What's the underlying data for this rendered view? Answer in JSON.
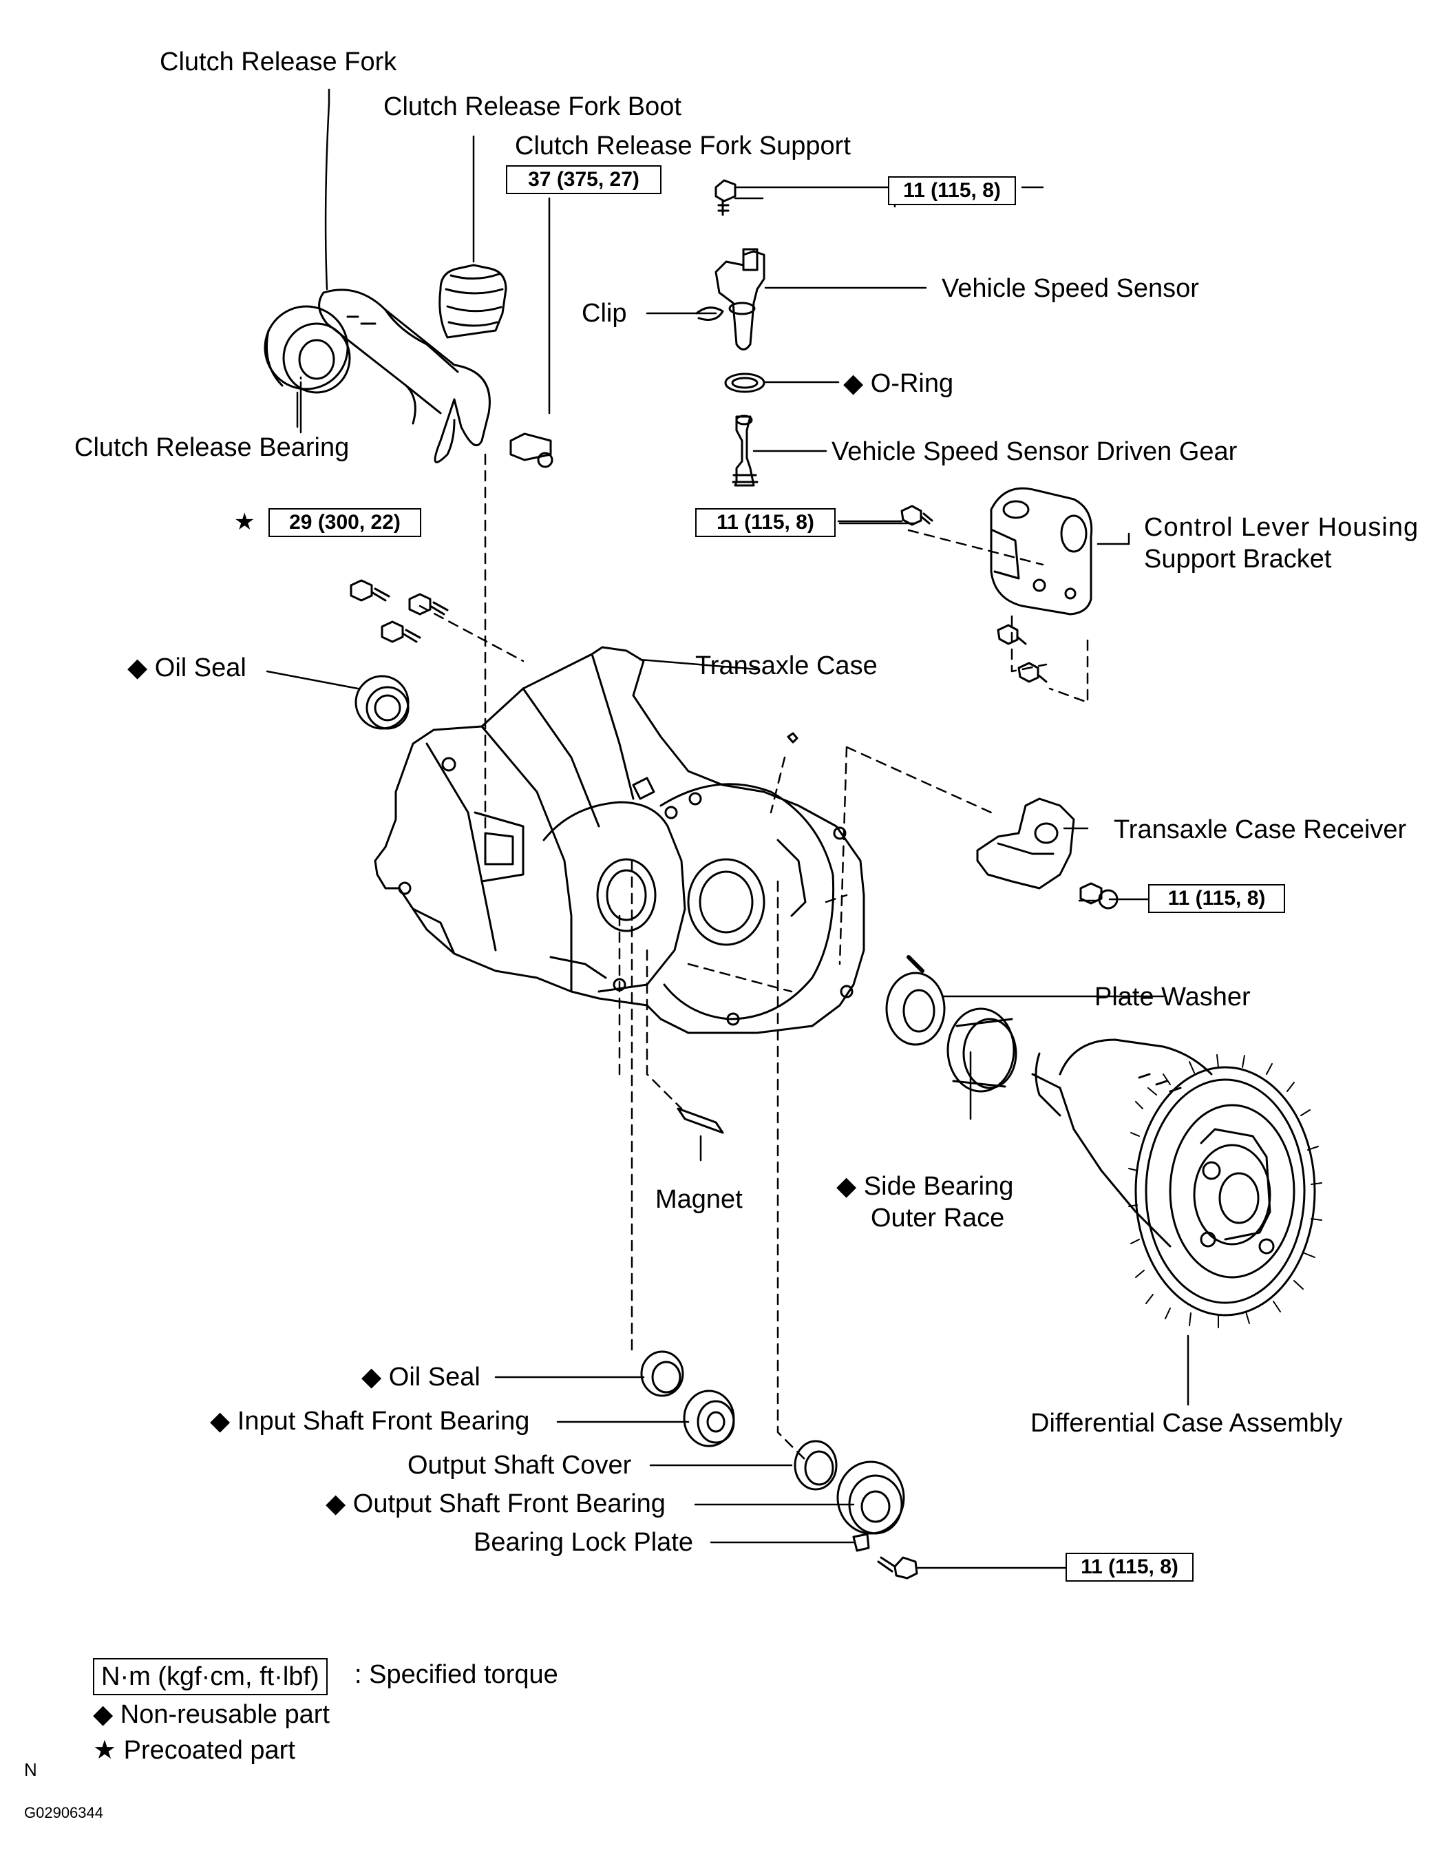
{
  "labels": {
    "clutch_release_fork": "Clutch Release Fork",
    "clutch_release_fork_boot": "Clutch Release Fork Boot",
    "clutch_release_fork_support": "Clutch Release Fork Support",
    "vehicle_speed_sensor": "Vehicle Speed Sensor",
    "clip": "Clip",
    "o_ring": "◆ O-Ring",
    "vss_driven_gear": "Vehicle Speed Sensor Driven Gear",
    "clutch_release_bearing": "Clutch Release Bearing",
    "control_lever_bracket_1": "Control Lever Housing",
    "control_lever_bracket_2": "Support Bracket",
    "oil_seal_upper": "◆ Oil Seal",
    "transaxle_case": "Transaxle Case",
    "transaxle_case_receiver": "Transaxle Case Receiver",
    "plate_washer": "Plate Washer",
    "magnet": "Magnet",
    "side_bearing_1": "◆ Side Bearing",
    "side_bearing_2": "Outer Race",
    "differential_case": "Differential Case Assembly",
    "oil_seal_lower": "◆ Oil Seal",
    "input_shaft_bearing": "◆ Input Shaft Front Bearing",
    "output_shaft_cover": "Output Shaft Cover",
    "output_shaft_bearing": "◆ Output Shaft Front Bearing",
    "bearing_lock_plate": "Bearing Lock Plate"
  },
  "torque_specs": {
    "fork_support": "37 (375, 27)",
    "speed_sensor_bolt": "11 (115, 8)",
    "case_bolts": "29 (300, 22)",
    "precoated_mark": "★",
    "bracket_bolt": "11 (115, 8)",
    "receiver_bolt": "11 (115, 8)",
    "lock_plate_bolt": "11 (115, 8)"
  },
  "legend": {
    "torque_box": "N·m (kgf·cm, ft·lbf)",
    "torque_desc": ": Specified torque",
    "non_reusable": "◆ Non-reusable part",
    "precoated": "★ Precoated part"
  },
  "footer": {
    "letter": "N",
    "figure_code": "G02906344"
  }
}
